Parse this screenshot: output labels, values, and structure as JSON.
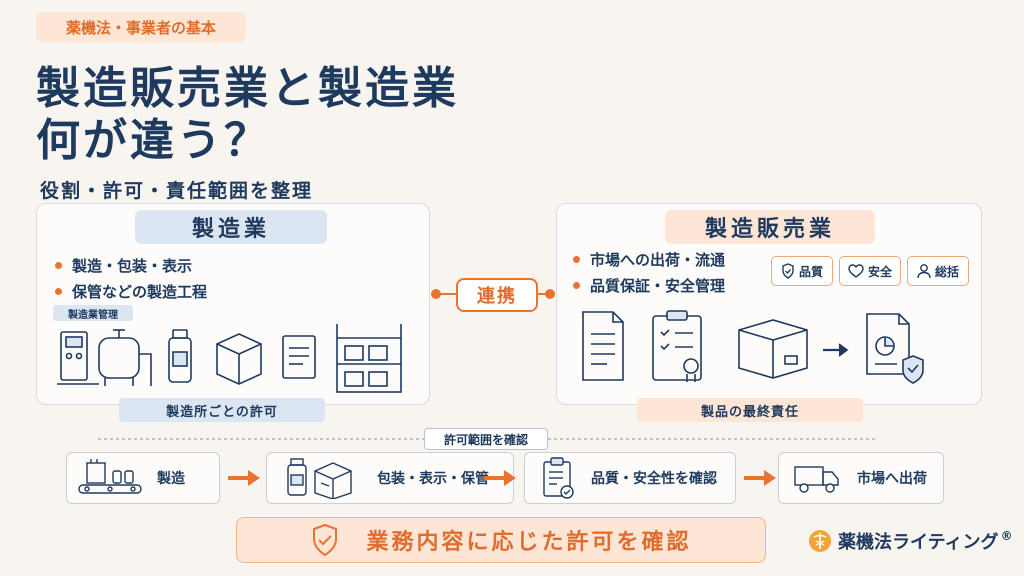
{
  "header": {
    "tag": "薬機法・事業者の基本",
    "title_line1": "製造販売業と製造業",
    "title_line2": "何が違う？",
    "subtitle": "役割・許可・責任範囲を整理"
  },
  "left_panel": {
    "heading": "製造業",
    "bullets": [
      "製造・包装・表示",
      "保管などの製造工程"
    ],
    "small_tag": "製造業管理",
    "footer": "製造所ごとの許可"
  },
  "link": {
    "label": "連携"
  },
  "right_panel": {
    "heading": "製造販売業",
    "bullets": [
      "市場への出荷・流通",
      "品質保証・安全管理"
    ],
    "badges": [
      {
        "icon": "shield-check-icon",
        "label": "品質"
      },
      {
        "icon": "heart-icon",
        "label": "安全"
      },
      {
        "icon": "person-icon",
        "label": "総括"
      }
    ],
    "footer": "製品の最終責任"
  },
  "flow": {
    "range_tag": "許可範囲を確認",
    "steps": [
      {
        "icon": "factory-conveyor-icon",
        "label": "製造"
      },
      {
        "icon": "bottle-box-icon",
        "label": "包装・表示・保管"
      },
      {
        "icon": "clipboard-check-icon",
        "label": "品質・安全性を確認"
      },
      {
        "icon": "truck-icon",
        "label": "市場へ出荷"
      }
    ]
  },
  "confirm": {
    "icon": "shield-check-icon",
    "label": "業務内容に応じた許可を確認"
  },
  "brand": {
    "name": "薬機法ライティング",
    "mark": "®"
  },
  "colors": {
    "navy": "#1f3a5f",
    "orange": "#e8742f",
    "light_blue": "#dce6f3",
    "light_orange": "#fde6d6"
  }
}
